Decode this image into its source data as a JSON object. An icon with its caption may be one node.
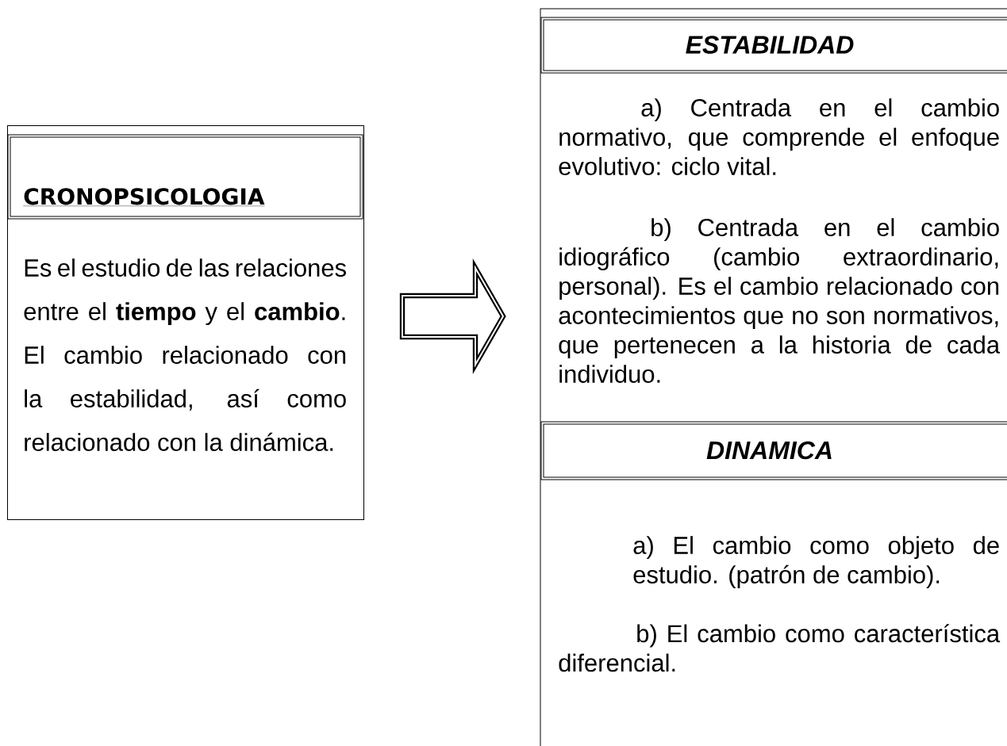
{
  "diagram": {
    "nodes": [
      {
        "text": [
          "Es el estudio de las relaciones entre el **tiempo** y el **cambio**. El cambio relacionado con la estabilidad, así como relacionado con la dinámica."
        ]
      },
      {
        "text": [
          "CRONOPSICOLOGIA"
        ],
        "in": 0
      },
      {
        "text": [
          "a) Centrada en el cambio normativo, que comprende el enfoque evolutivo: ciclo vital.",
          "b) Centrada en el cambio idiográfico (cambio extraordinario, personal). Es el cambio relacionado con acontecimientos que no son normativos, que pertenecen a la historia de cada individuo.",
          "a) El cambio como objeto de estudio. (patrón de cambio).",
          "b) El cambio como característica diferencial."
        ]
      },
      {
        "text": [
          "ESTABILIDAD"
        ],
        "in": 2
      },
      {
        "text": [
          "DINAMICA"
        ],
        "in": 2
      }
    ],
    "edges": [
      {
        "from": 0,
        "to": 2,
        "arrow": "to"
      }
    ]
  }
}
